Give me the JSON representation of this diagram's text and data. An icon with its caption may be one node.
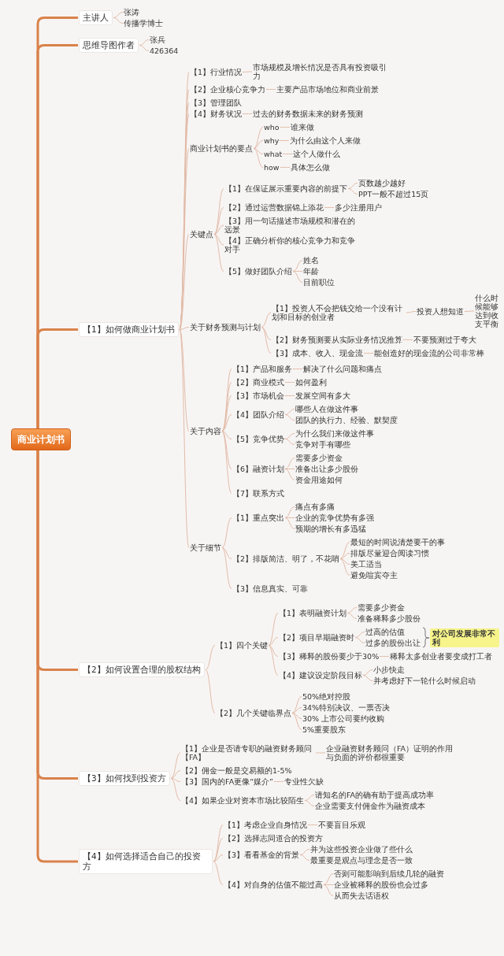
{
  "diagram": {
    "nodes": [
      {
        "text": [
          "商业计划书"
        ]
      },
      {
        "text": [
          "主讲人"
        ]
      },
      {
        "text": [
          "张涛"
        ]
      },
      {
        "text": [
          "传播学博士"
        ]
      },
      {
        "text": [
          "思维导图作者"
        ]
      },
      {
        "text": [
          "张兵"
        ]
      },
      {
        "text": [
          "426364"
        ]
      },
      {
        "text": [
          "【1】如何做商业计划书"
        ]
      },
      {
        "text": [
          "【1】行业情况"
        ]
      },
      {
        "text": [
          "市场规模及增长情况是否具有投资吸引力"
        ]
      },
      {
        "text": [
          "【2】企业核心竞争力"
        ]
      },
      {
        "text": [
          "主要产品市场地位和商业前景"
        ]
      },
      {
        "text": [
          "【3】管理团队"
        ]
      },
      {
        "text": [
          "【4】财务状况"
        ]
      },
      {
        "text": [
          "过去的财务数据未来的财务预测"
        ]
      },
      {
        "text": [
          "商业计划书的要点"
        ]
      },
      {
        "text": [
          "who"
        ]
      },
      {
        "text": [
          "谁来做"
        ]
      },
      {
        "text": [
          "why"
        ]
      },
      {
        "text": [
          "为什么由这个人来做"
        ]
      },
      {
        "text": [
          "what"
        ]
      },
      {
        "text": [
          "这个人做什么"
        ]
      },
      {
        "text": [
          "how"
        ]
      },
      {
        "text": [
          "具体怎么做"
        ]
      },
      {
        "text": [
          "关键点"
        ]
      },
      {
        "text": [
          "【1】在保证展示重要内容的前提下"
        ]
      },
      {
        "text": [
          "页数越少越好"
        ]
      },
      {
        "text": [
          "PPT一般不超过15页"
        ]
      },
      {
        "text": [
          "【2】通过运营数据锦上添花"
        ]
      },
      {
        "text": [
          "多少注册用户"
        ]
      },
      {
        "text": [
          "【3】用一句话描述市场规模和潜在的远景"
        ]
      },
      {
        "text": [
          "【4】正确分析你的核心竞争力和竞争对手"
        ]
      },
      {
        "text": [
          "【5】做好团队介绍"
        ]
      },
      {
        "text": [
          "姓名"
        ]
      },
      {
        "text": [
          "年龄"
        ]
      },
      {
        "text": [
          "目前职位"
        ]
      },
      {
        "text": [
          "关于财务预测与计划"
        ]
      },
      {
        "text": [
          "【1】投资人不会把钱交给一个没有计划和目标的创业者"
        ]
      },
      {
        "text": [
          "投资人想知道"
        ]
      },
      {
        "text": [
          "什么时候能够达到收支平衡"
        ]
      },
      {
        "text": [
          "【2】财务预测要从实际业务情况推算"
        ]
      },
      {
        "text": [
          "不要预测过于夸大"
        ]
      },
      {
        "text": [
          "【3】成本、收入、现金流"
        ]
      },
      {
        "text": [
          "能创造好的现金流的公司非常棒"
        ]
      },
      {
        "text": [
          "关于内容"
        ]
      },
      {
        "text": [
          "【1】产品和服务"
        ]
      },
      {
        "text": [
          "解决了什么问题和痛点"
        ]
      },
      {
        "text": [
          "【2】商业模式"
        ]
      },
      {
        "text": [
          "如何盈利"
        ]
      },
      {
        "text": [
          "【3】市场机会"
        ]
      },
      {
        "text": [
          "发展空间有多大"
        ]
      },
      {
        "text": [
          "【4】团队介绍"
        ]
      },
      {
        "text": [
          "哪些人在做这件事"
        ]
      },
      {
        "text": [
          "团队的执行力、经验、默契度"
        ]
      },
      {
        "text": [
          "【5】竞争优势"
        ]
      },
      {
        "text": [
          "为什么我们来做这件事"
        ]
      },
      {
        "text": [
          "竞争对手有哪些"
        ]
      },
      {
        "text": [
          "【6】融资计划"
        ]
      },
      {
        "text": [
          "需要多少资金"
        ]
      },
      {
        "text": [
          "准备出让多少股份"
        ]
      },
      {
        "text": [
          "资金用途如何"
        ]
      },
      {
        "text": [
          "【7】联系方式"
        ]
      },
      {
        "text": [
          "关于细节"
        ]
      },
      {
        "text": [
          "【1】重点突出"
        ]
      },
      {
        "text": [
          "痛点有多痛"
        ]
      },
      {
        "text": [
          "企业的竞争优势有多强"
        ]
      },
      {
        "text": [
          "预期的增长有多迅猛"
        ]
      },
      {
        "text": [
          "【2】排版简洁、明了，不花哨"
        ]
      },
      {
        "text": [
          "最短的时间说清楚要干的事"
        ]
      },
      {
        "text": [
          "排版尽量迎合阅读习惯"
        ]
      },
      {
        "text": [
          "美工适当"
        ]
      },
      {
        "text": [
          "避免喧宾夺主"
        ]
      },
      {
        "text": [
          "【3】信息真实、可靠"
        ]
      },
      {
        "text": [
          "【2】如何设置合理的股权结构"
        ]
      },
      {
        "text": [
          "【1】四个关键"
        ]
      },
      {
        "text": [
          "【1】表明融资计划"
        ]
      },
      {
        "text": [
          "需要多少资金"
        ]
      },
      {
        "text": [
          "准备稀释多少股份"
        ]
      },
      {
        "text": [
          "【2】项目早期融资时"
        ]
      },
      {
        "text": [
          "过高的估值"
        ]
      },
      {
        "text": [
          "过多的股份出让"
        ]
      },
      {
        "text": [
          "对公司发展非常不利"
        ]
      },
      {
        "text": [
          "【3】稀释的股份要少于30%"
        ]
      },
      {
        "text": [
          "稀释太多创业者要变成打工者"
        ]
      },
      {
        "text": [
          "【4】建议设定阶段目标"
        ]
      },
      {
        "text": [
          "小步快走"
        ]
      },
      {
        "text": [
          "并考虑好下一轮什么时候启动"
        ]
      },
      {
        "text": [
          "【2】几个关键临界点"
        ]
      },
      {
        "text": [
          "50%绝对控股"
        ]
      },
      {
        "text": [
          "34%特别决议、一票否决"
        ]
      },
      {
        "text": [
          "30% 上市公司要约收购"
        ]
      },
      {
        "text": [
          "5%重要股东"
        ]
      },
      {
        "text": [
          "【3】如何找到投资方"
        ]
      },
      {
        "text": [
          "【1】企业是否请专职的融资财务顾问【FA】"
        ]
      },
      {
        "text": [
          "企业融资财务顾问（FA）证明的作用与负面的评价都很重要"
        ]
      },
      {
        "text": [
          "【2】佣金一般是交易额的1-5%"
        ]
      },
      {
        "text": [
          "【3】国内的FA更像“媒介”"
        ]
      },
      {
        "text": [
          "专业性欠缺"
        ]
      },
      {
        "text": [
          "【4】如果企业对资本市场比较陌生"
        ]
      },
      {
        "text": [
          "请知名的FA的确有助于提高成功率"
        ]
      },
      {
        "text": [
          "企业需要支付佣金作为融资成本"
        ]
      },
      {
        "text": [
          "【4】如何选择适合自己的投资方"
        ]
      },
      {
        "text": [
          "【1】考虑企业自身情况"
        ]
      },
      {
        "text": [
          "不要盲目乐观"
        ]
      },
      {
        "text": [
          "【2】选择志同道合的投资方"
        ]
      },
      {
        "text": [
          "【3】看看基金的背景"
        ]
      },
      {
        "text": [
          "并为这些投资企业做了些什么"
        ]
      },
      {
        "text": [
          "最重要是观点与理念是否一致"
        ]
      },
      {
        "text": [
          "【4】对自身的估值不能过高"
        ]
      },
      {
        "text": [
          "否则可能影响到后续几轮的融资"
        ]
      },
      {
        "text": [
          "企业被稀释的股份也会过多"
        ]
      },
      {
        "text": [
          "从而失去话语权"
        ]
      }
    ],
    "edges": [
      {
        "from": 0,
        "to": 1,
        "arrow": "none",
        "style": "thick",
        "color": "#d9824a"
      },
      {
        "from": 0,
        "to": 4,
        "arrow": "none",
        "style": "thick",
        "color": "#d9824a"
      },
      {
        "from": 0,
        "to": 7,
        "arrow": "none",
        "style": "thick",
        "color": "#d9824a"
      },
      {
        "from": 0,
        "to": 73,
        "arrow": "none",
        "style": "thick",
        "color": "#d9824a"
      },
      {
        "from": 0,
        "to": 92,
        "arrow": "none",
        "style": "thick",
        "color": "#d9824a"
      },
      {
        "from": 0,
        "to": 101,
        "arrow": "none",
        "style": "thick",
        "color": "#d9824a"
      },
      {
        "from": 1,
        "to": 2,
        "arrow": "none"
      },
      {
        "from": 1,
        "to": 3,
        "arrow": "none"
      },
      {
        "from": 4,
        "to": 5,
        "arrow": "none"
      },
      {
        "from": 4,
        "to": 6,
        "arrow": "none"
      },
      {
        "from": 7,
        "to": 8,
        "arrow": "none"
      },
      {
        "from": 7,
        "to": 10,
        "arrow": "none"
      },
      {
        "from": 7,
        "to": 12,
        "arrow": "none"
      },
      {
        "from": 7,
        "to": 13,
        "arrow": "none"
      },
      {
        "from": 7,
        "to": 15,
        "arrow": "none"
      },
      {
        "from": 7,
        "to": 24,
        "arrow": "none"
      },
      {
        "from": 7,
        "to": 36,
        "arrow": "none"
      },
      {
        "from": 7,
        "to": 44,
        "arrow": "none"
      },
      {
        "from": 7,
        "to": 62,
        "arrow": "none"
      },
      {
        "from": 8,
        "to": 9,
        "arrow": "none"
      },
      {
        "from": 10,
        "to": 11,
        "arrow": "none"
      },
      {
        "from": 13,
        "to": 14,
        "arrow": "none"
      },
      {
        "from": 15,
        "to": 16,
        "arrow": "none"
      },
      {
        "from": 15,
        "to": 18,
        "arrow": "none"
      },
      {
        "from": 15,
        "to": 20,
        "arrow": "none"
      },
      {
        "from": 15,
        "to": 22,
        "arrow": "none"
      },
      {
        "from": 16,
        "to": 17,
        "arrow": "none"
      },
      {
        "from": 18,
        "to": 19,
        "arrow": "none"
      },
      {
        "from": 20,
        "to": 21,
        "arrow": "none"
      },
      {
        "from": 22,
        "to": 23,
        "arrow": "none"
      },
      {
        "from": 24,
        "to": 25,
        "arrow": "none"
      },
      {
        "from": 24,
        "to": 28,
        "arrow": "none"
      },
      {
        "from": 24,
        "to": 30,
        "arrow": "none"
      },
      {
        "from": 24,
        "to": 31,
        "arrow": "none"
      },
      {
        "from": 24,
        "to": 32,
        "arrow": "none"
      },
      {
        "from": 25,
        "to": 26,
        "arrow": "none"
      },
      {
        "from": 25,
        "to": 27,
        "arrow": "none"
      },
      {
        "from": 28,
        "to": 29,
        "arrow": "none"
      },
      {
        "from": 32,
        "to": 33,
        "arrow": "none"
      },
      {
        "from": 32,
        "to": 34,
        "arrow": "none"
      },
      {
        "from": 32,
        "to": 35,
        "arrow": "none"
      },
      {
        "from": 36,
        "to": 37,
        "arrow": "none"
      },
      {
        "from": 36,
        "to": 40,
        "arrow": "none"
      },
      {
        "from": 36,
        "to": 42,
        "arrow": "none"
      },
      {
        "from": 37,
        "to": 38,
        "arrow": "none"
      },
      {
        "from": 38,
        "to": 39,
        "arrow": "none"
      },
      {
        "from": 40,
        "to": 41,
        "arrow": "none"
      },
      {
        "from": 42,
        "to": 43,
        "arrow": "none"
      },
      {
        "from": 44,
        "to": 45,
        "arrow": "none"
      },
      {
        "from": 44,
        "to": 47,
        "arrow": "none"
      },
      {
        "from": 44,
        "to": 49,
        "arrow": "none"
      },
      {
        "from": 44,
        "to": 51,
        "arrow": "none"
      },
      {
        "from": 44,
        "to": 54,
        "arrow": "none"
      },
      {
        "from": 44,
        "to": 57,
        "arrow": "none"
      },
      {
        "from": 44,
        "to": 61,
        "arrow": "none"
      },
      {
        "from": 45,
        "to": 46,
        "arrow": "none"
      },
      {
        "from": 47,
        "to": 48,
        "arrow": "none"
      },
      {
        "from": 49,
        "to": 50,
        "arrow": "none"
      },
      {
        "from": 51,
        "to": 52,
        "arrow": "none"
      },
      {
        "from": 51,
        "to": 53,
        "arrow": "none"
      },
      {
        "from": 54,
        "to": 55,
        "arrow": "none"
      },
      {
        "from": 54,
        "to": 56,
        "arrow": "none"
      },
      {
        "from": 57,
        "to": 58,
        "arrow": "none"
      },
      {
        "from": 57,
        "to": 59,
        "arrow": "none"
      },
      {
        "from": 57,
        "to": 60,
        "arrow": "none"
      },
      {
        "from": 62,
        "to": 63,
        "arrow": "none"
      },
      {
        "from": 62,
        "to": 67,
        "arrow": "none"
      },
      {
        "from": 62,
        "to": 72,
        "arrow": "none"
      },
      {
        "from": 63,
        "to": 64,
        "arrow": "none"
      },
      {
        "from": 63,
        "to": 65,
        "arrow": "none"
      },
      {
        "from": 63,
        "to": 66,
        "arrow": "none"
      },
      {
        "from": 67,
        "to": 68,
        "arrow": "none"
      },
      {
        "from": 67,
        "to": 69,
        "arrow": "none"
      },
      {
        "from": 67,
        "to": 70,
        "arrow": "none"
      },
      {
        "from": 67,
        "to": 71,
        "arrow": "none"
      },
      {
        "from": 73,
        "to": 74,
        "arrow": "none"
      },
      {
        "from": 73,
        "to": 87,
        "arrow": "none"
      },
      {
        "from": 74,
        "to": 75,
        "arrow": "none"
      },
      {
        "from": 74,
        "to": 78,
        "arrow": "none"
      },
      {
        "from": 74,
        "to": 82,
        "arrow": "none"
      },
      {
        "from": 74,
        "to": 84,
        "arrow": "none"
      },
      {
        "from": 75,
        "to": 76,
        "arrow": "none"
      },
      {
        "from": 75,
        "to": 77,
        "arrow": "none"
      },
      {
        "from": 78,
        "to": 79,
        "arrow": "none"
      },
      {
        "from": 78,
        "to": 80,
        "arrow": "none"
      },
      {
        "from": 79,
        "to": 81,
        "arrow": "none",
        "color": "#777777"
      },
      {
        "from": 80,
        "to": 81,
        "arrow": "none",
        "color": "#777777"
      },
      {
        "from": 82,
        "to": 83,
        "arrow": "none"
      },
      {
        "from": 84,
        "to": 85,
        "arrow": "none"
      },
      {
        "from": 84,
        "to": 86,
        "arrow": "none"
      },
      {
        "from": 87,
        "to": 88,
        "arrow": "none"
      },
      {
        "from": 87,
        "to": 89,
        "arrow": "none"
      },
      {
        "from": 87,
        "to": 90,
        "arrow": "none"
      },
      {
        "from": 87,
        "to": 91,
        "arrow": "none"
      },
      {
        "from": 92,
        "to": 93,
        "arrow": "none"
      },
      {
        "from": 92,
        "to": 95,
        "arrow": "none"
      },
      {
        "from": 92,
        "to": 96,
        "arrow": "none"
      },
      {
        "from": 92,
        "to": 98,
        "arrow": "none"
      },
      {
        "from": 93,
        "to": 94,
        "arrow": "none"
      },
      {
        "from": 96,
        "to": 97,
        "arrow": "none"
      },
      {
        "from": 98,
        "to": 99,
        "arrow": "none"
      },
      {
        "from": 98,
        "to": 100,
        "arrow": "none"
      },
      {
        "from": 101,
        "to": 102,
        "arrow": "none"
      },
      {
        "from": 101,
        "to": 104,
        "arrow": "none"
      },
      {
        "from": 101,
        "to": 105,
        "arrow": "none"
      },
      {
        "from": 101,
        "to": 108,
        "arrow": "none"
      },
      {
        "from": 102,
        "to": 103,
        "arrow": "none"
      },
      {
        "from": 105,
        "to": 106,
        "arrow": "none"
      },
      {
        "from": 105,
        "to": 107,
        "arrow": "none"
      },
      {
        "from": 108,
        "to": 109,
        "arrow": "none"
      },
      {
        "from": 108,
        "to": 110,
        "arrow": "none"
      },
      {
        "from": 108,
        "to": 111,
        "arrow": "none"
      }
    ]
  }
}
